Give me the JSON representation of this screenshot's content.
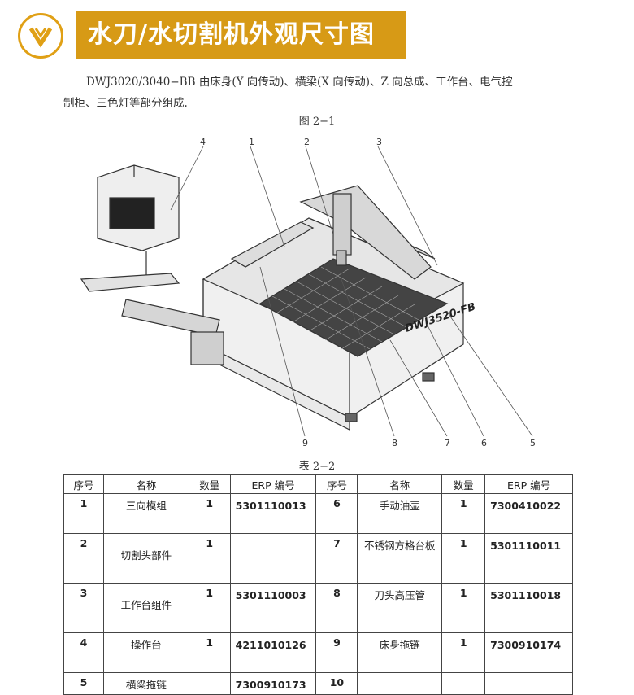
{
  "header": {
    "title": "水刀/水切割机外观尺寸图",
    "badge_icon": "chevron-down-icon",
    "accent_color": "#d79a16"
  },
  "intro": {
    "line1": "DWJ3020/3040−BB 由床身(Y 向传动)、横梁(X 向传动)、Z 向总成、工作台、电气控",
    "line2": "制柜、三色灯等部分组成."
  },
  "figure": {
    "caption": "图 2−1",
    "callouts": [
      "1",
      "2",
      "3",
      "4",
      "5",
      "6",
      "7",
      "8",
      "9"
    ],
    "machine_label": "DWJ3520-FB"
  },
  "table": {
    "caption": "表 2−2",
    "headers": [
      "序号",
      "名称",
      "数量",
      "ERP 编号",
      "序号",
      "名称",
      "数量",
      "ERP 编号"
    ],
    "rows": [
      {
        "no_a": "1",
        "name_a": "三向模组",
        "qty_a": "1",
        "erp_a": "5301110013",
        "no_b": "6",
        "name_b": "手动油壶",
        "qty_b": "1",
        "erp_b": "7300410022"
      },
      {
        "no_a": "2",
        "name_a": "切割头部件",
        "qty_a": "1",
        "erp_a": "",
        "no_b": "7",
        "name_b": "不锈钢方格台板",
        "qty_b": "1",
        "erp_b": "5301110011"
      },
      {
        "no_a": "3",
        "name_a": "工作台组件",
        "qty_a": "1",
        "erp_a": "5301110003",
        "no_b": "8",
        "name_b": "刀头高压管",
        "qty_b": "1",
        "erp_b": "5301110018"
      },
      {
        "no_a": "4",
        "name_a": "操作台",
        "qty_a": "1",
        "erp_a": "4211010126",
        "no_b": "9",
        "name_b": "床身拖链",
        "qty_b": "1",
        "erp_b": "7300910174"
      },
      {
        "no_a": "5",
        "name_a": "横梁拖链",
        "qty_a": "",
        "erp_a": "7300910173",
        "no_b": "10",
        "name_b": "",
        "qty_b": "",
        "erp_b": ""
      }
    ]
  }
}
